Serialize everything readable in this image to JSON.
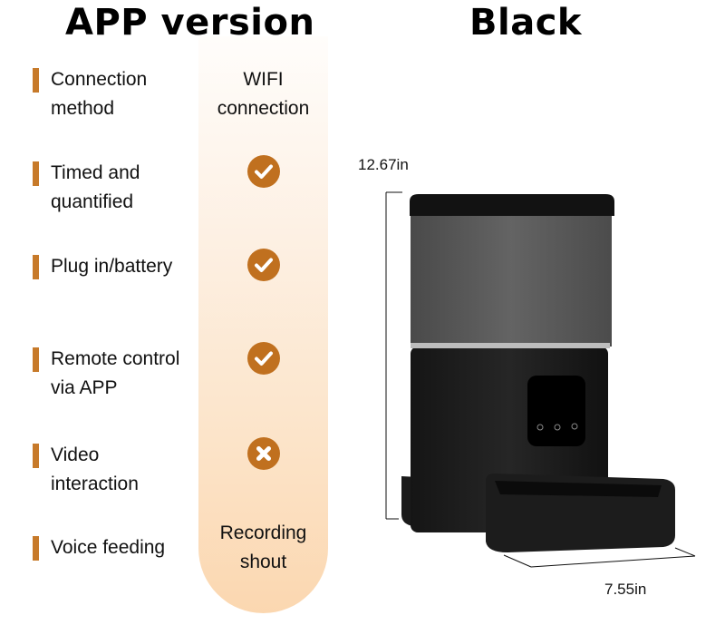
{
  "headers": {
    "left": "APP version",
    "right": "Black"
  },
  "features": [
    {
      "label_line1": "Connection",
      "label_line2": "method",
      "value_type": "text",
      "value_line1": "WIFI",
      "value_line2": "connection"
    },
    {
      "label_line1": "Timed and",
      "label_line2": "quantified",
      "value_type": "icon",
      "icon": "check-icon"
    },
    {
      "label_line1": "Plug in/battery",
      "label_line2": "",
      "value_type": "icon",
      "icon": "check-icon"
    },
    {
      "label_line1": "Remote control",
      "label_line2": "via APP",
      "value_type": "icon",
      "icon": "check-icon"
    },
    {
      "label_line1": "Video",
      "label_line2": "interaction",
      "value_type": "icon",
      "icon": "cross-icon"
    },
    {
      "label_line1": "Voice feeding",
      "label_line2": "",
      "value_type": "text",
      "value_line1": "Recording",
      "value_line2": "shout"
    }
  ],
  "product": {
    "height": "12.67in",
    "width": "7.55in"
  },
  "colors": {
    "accent": "#c0701f",
    "bar": "#c77a2a",
    "column_top": "#fffdfb",
    "column_bottom": "#fbd7b0"
  }
}
